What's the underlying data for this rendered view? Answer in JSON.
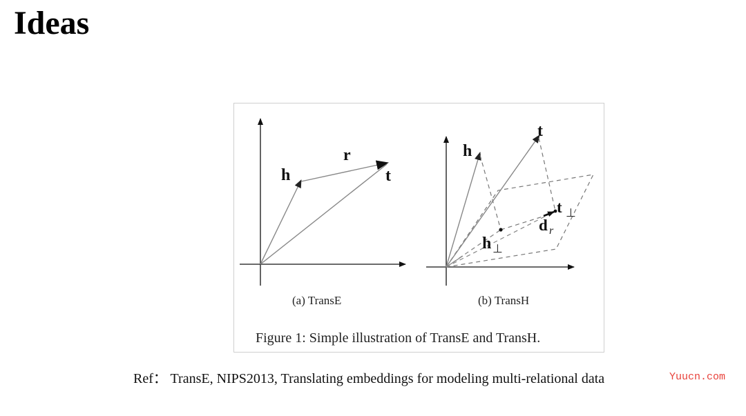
{
  "title": "Ideas",
  "figure": {
    "panel_a": {
      "caption": "(a) TransE",
      "labels": {
        "h": "h",
        "r": "r",
        "t": "t"
      }
    },
    "panel_b": {
      "caption": "(b) TransH",
      "labels": {
        "h": "h",
        "t": "t",
        "h_perp": "h",
        "t_perp": "t",
        "perp": "⊥",
        "d": "d",
        "r_sub": "r"
      }
    },
    "caption": "Figure 1: Simple illustration of TransE and TransH."
  },
  "reference": "Ref： TransE, NIPS2013, Translating embeddings for modeling multi-relational data",
  "watermark": "Yuucn.com",
  "colors": {
    "axis": "#111111",
    "vector": "#888888",
    "dashed": "#777777",
    "watermark": "#e8413a"
  }
}
